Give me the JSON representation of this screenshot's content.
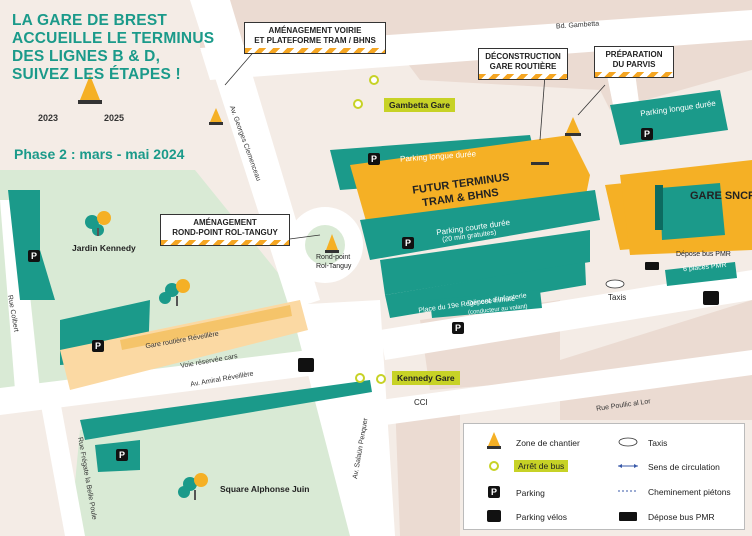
{
  "title": {
    "lines": [
      "LA GARE DE BREST",
      "ACCUEILLE LE TERMINUS",
      "DES LIGNES B & D,",
      "SUIVEZ LES ÉTAPES !"
    ],
    "year_start": "2023",
    "year_end": "2025",
    "phase": "Phase 2 : mars - mai 2024"
  },
  "callouts": {
    "voirie_1": "AMÉNAGEMENT VOIRIE",
    "voirie_2": "ET PLATEFORME TRAM / BHNS",
    "gare_routiere_1": "DÉCONSTRUCTION",
    "gare_routiere_2": "GARE ROUTIÈRE",
    "parvis_1": "PRÉPARATION",
    "parvis_2": "DU PARVIS",
    "rond_point_1": "AMÉNAGEMENT",
    "rond_point_2": "ROND-POINT ROL-TANGUY"
  },
  "bus_stops": {
    "gambetta": "Gambetta Gare",
    "kennedy": "Kennedy Gare"
  },
  "streets": {
    "gambetta": "Bd. Gambetta",
    "clemenceau": "Av. Georges Clemenceau",
    "colbert": "Rue Colbert",
    "revellière": "Av. Amiral Réveillère",
    "frigate": "Rue Frégate la Belle Poule",
    "salaun": "Av. Salaün Penquer",
    "poullic": "Rue Poullic al Lor",
    "place": "Place du 19e Régiment d'Infanterie"
  },
  "places": {
    "kennedy": "Jardin Kennedy",
    "alphonse": "Square Alphonse Juin",
    "rond_point_1": "Rond-point",
    "rond_point_2": "Rol-Tanguy",
    "cci": "CCI",
    "gare_routiere": "Gare routière Réveillère",
    "voie_cars": "Voie réservée cars",
    "parking_longue_1": "Parking longue durée",
    "parking_longue_2": "Parking longue durée",
    "terminus_1": "FUTUR TERMINUS",
    "terminus_2": "TRAM & BHNS",
    "parking_courte_1": "Parking courte durée",
    "parking_courte_2": "(20 min gratuites)",
    "gare_sncf": "GARE SNCF",
    "depose_pmr": "Dépose bus PMR",
    "places_pmr": "6 places PMR",
    "taxis": "Taxis",
    "depose_minute_1": "Dépose minute",
    "depose_minute_2": "(conducteur au volant)"
  },
  "parking_letter": "P",
  "legend": {
    "zone": "Zone de chantier",
    "arret": "Arrêt de bus",
    "parking": "Parking",
    "velos": "Parking vélos",
    "taxis": "Taxis",
    "sens": "Sens de circulation",
    "pietons": "Cheminement piétons",
    "depose_pmr": "Dépose bus PMR"
  },
  "icons": [
    "cone-icon",
    "bus-stop-icon",
    "parking-icon",
    "bike-icon",
    "taxi-icon",
    "arrows-icon",
    "bus-pmr-icon",
    "tree-icon"
  ],
  "colors": {
    "teal": "#1b9a8a",
    "orange": "#f5b025",
    "light_orange": "#fbd9a3",
    "park": "#d9ead5",
    "bus_stop": "#c7d226",
    "road": "#ffffff",
    "building": "#ebdbd2"
  }
}
